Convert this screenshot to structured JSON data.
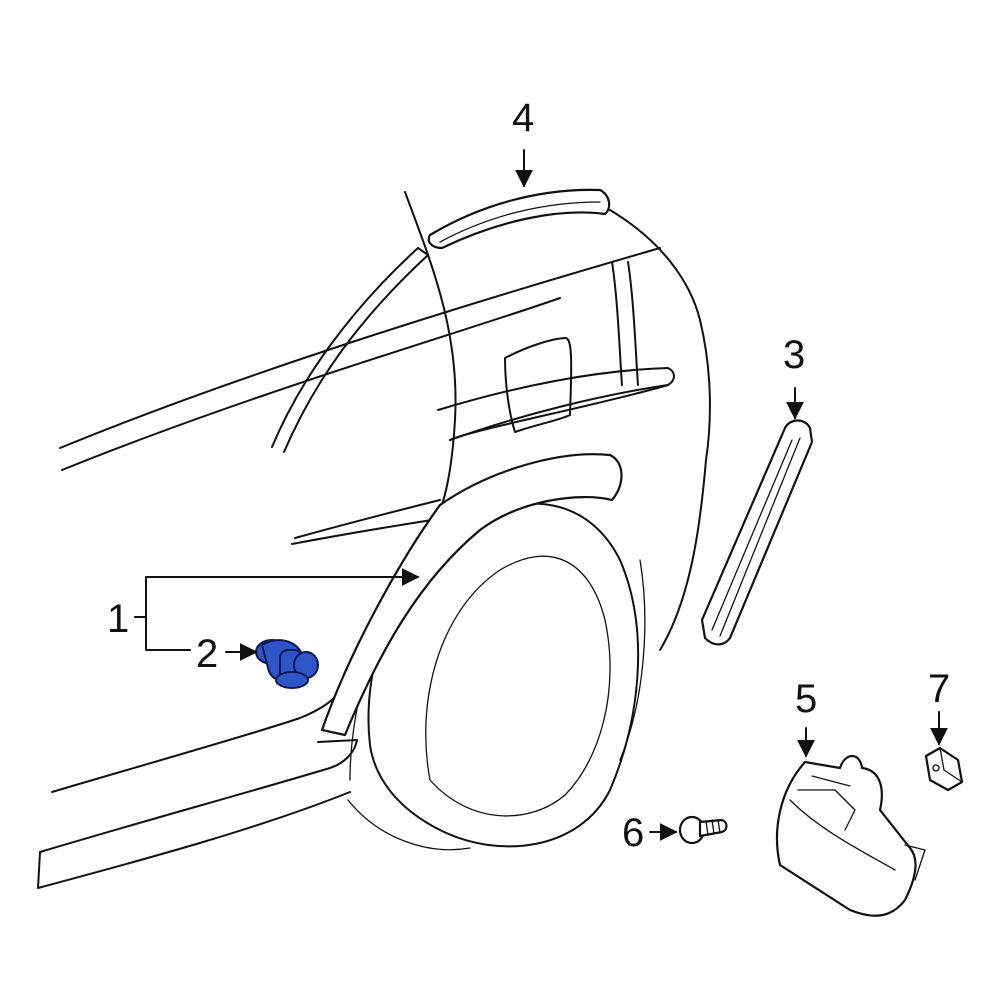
{
  "diagram": {
    "callouts": {
      "c1": "1",
      "c2": "2",
      "c3": "3",
      "c4": "4",
      "c5": "5",
      "c6": "6",
      "c7": "7"
    },
    "highlighted_part": "2",
    "colors": {
      "highlight_fill": "#2f55c8",
      "highlight_stroke": "#0b1a55",
      "line": "#111111",
      "background": "#ffffff"
    }
  }
}
